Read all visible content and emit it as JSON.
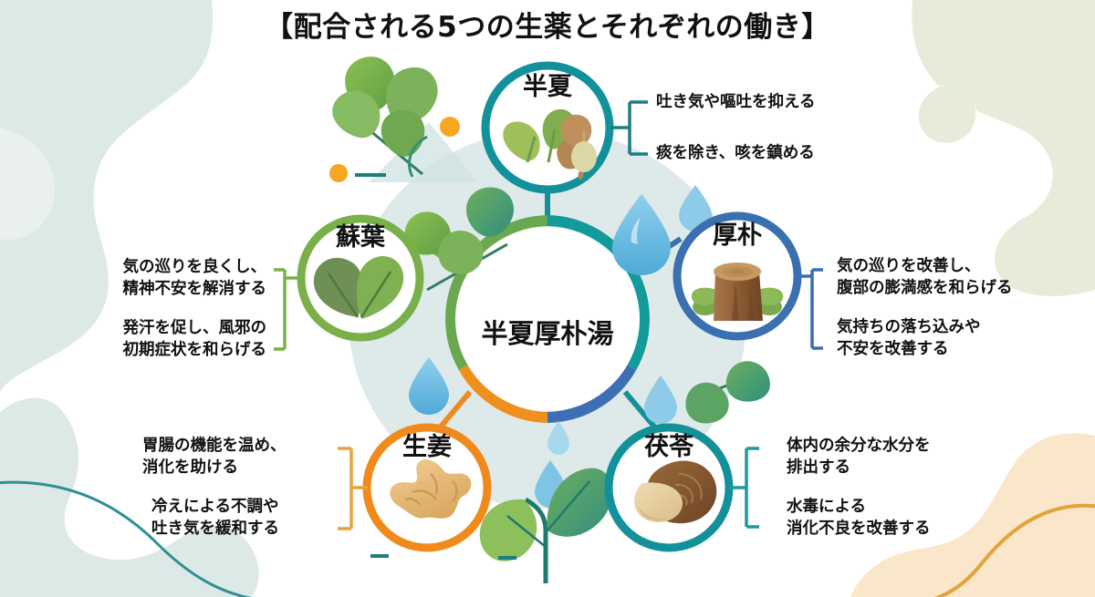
{
  "title": "【配合される5つの生薬とそれぞれの働き】",
  "center": {
    "name": "半夏厚朴湯",
    "ring_colors": [
      "#6aa84f",
      "#139a9a",
      "#3d6fb4",
      "#ef8f1c"
    ]
  },
  "colors": {
    "teal": "#13919b",
    "green": "#7ab04a",
    "blue": "#3a6fb0",
    "orange": "#f08a1d",
    "deep_teal": "#0f8a92",
    "text": "#111111",
    "bg_mint": "#dde9e6",
    "bg_green": "#e6ecd9",
    "bg_peach": "#fae6c8",
    "bg_inner": "#dfeae9"
  },
  "nodes": [
    {
      "id": "hange",
      "label": "半夏",
      "ring_color": "#13919b",
      "icon": "pinellia-tuber-icon",
      "side": "right",
      "effects": [
        "吐き気や嘔吐を抑える",
        "痰を除き、咳を鎮める"
      ]
    },
    {
      "id": "soyo",
      "label": "蘇葉",
      "ring_color": "#7ab04a",
      "icon": "perilla-leaf-icon",
      "side": "left",
      "effects": [
        "気の巡りを良くし、\n精神不安を解消する",
        "発汗を促し、風邪の\n初期症状を和らげる"
      ]
    },
    {
      "id": "kouboku",
      "label": "厚朴",
      "ring_color": "#3a6fb0",
      "icon": "magnolia-bark-log-icon",
      "side": "right",
      "effects": [
        "気の巡りを改善し、\n腹部の膨満感を和らげる",
        "気持ちの落ち込みや\n不安を改善する"
      ]
    },
    {
      "id": "shoukyo",
      "label": "生姜",
      "ring_color": "#f08a1d",
      "icon": "ginger-root-icon",
      "side": "left",
      "effects": [
        "胃腸の機能を温め、\n消化を助ける",
        "冷えによる不調や\n吐き気を緩和する"
      ]
    },
    {
      "id": "bukuryo",
      "label": "茯苓",
      "ring_color": "#13919b",
      "icon": "poria-fungus-icon",
      "side": "right",
      "effects": [
        "体内の余分な水分を\n排出する",
        "水毒による\n消化不良を改善する"
      ]
    }
  ],
  "decorations": {
    "leaf_sprigs": 3,
    "water_drops": 5,
    "orange_dots": 3,
    "sprout": "seedling-icon"
  }
}
